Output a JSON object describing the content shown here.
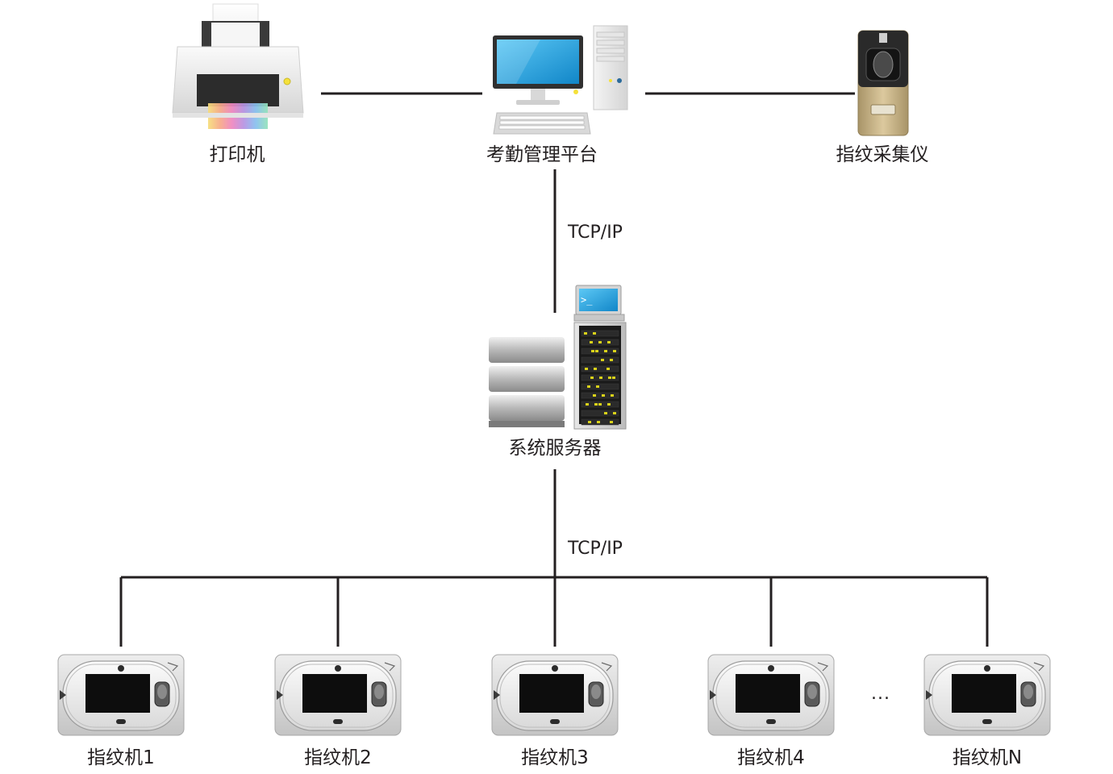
{
  "nodes": {
    "printer": {
      "label": "打印机",
      "icon": "printer-icon"
    },
    "platform": {
      "label": "考勤管理平台",
      "icon": "desktop-computer-icon"
    },
    "collector": {
      "label": "指纹采集仪",
      "icon": "fingerprint-collector-icon"
    },
    "server": {
      "label": "系统服务器",
      "icon": "server-rack-icon"
    },
    "terminals": [
      {
        "label": "指纹机1",
        "icon": "fingerprint-terminal-icon"
      },
      {
        "label": "指纹机2",
        "icon": "fingerprint-terminal-icon"
      },
      {
        "label": "指纹机3",
        "icon": "fingerprint-terminal-icon"
      },
      {
        "label": "指纹机4",
        "icon": "fingerprint-terminal-icon"
      },
      {
        "label": "指纹机N",
        "icon": "fingerprint-terminal-icon"
      }
    ]
  },
  "links": {
    "platform_server": "TCP/IP",
    "server_terminals": "TCP/IP"
  },
  "ellipsis": "...",
  "colors": {
    "line": "#231f20",
    "screen_blue": "#1ea0e0",
    "device_grey": "#d9dadb",
    "terminal_screen": "#0d0d0d",
    "collector_gold": "#c9b48a",
    "server_led": "#d9d21a"
  }
}
